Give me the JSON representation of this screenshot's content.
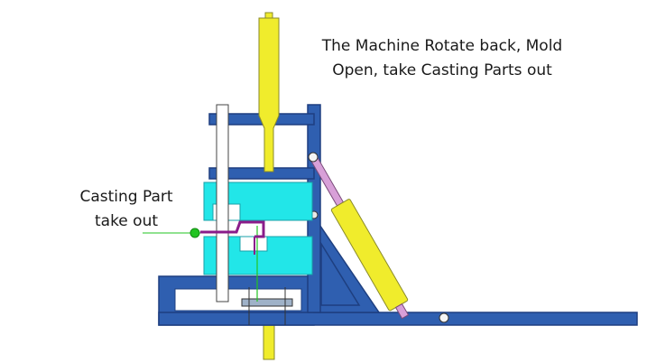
{
  "captions": {
    "step_line1": "The Machine Rotate back, Mold",
    "step_line2": "Open, take Casting Parts out",
    "part_line1": "Casting Part",
    "part_line2": "take out"
  },
  "colors": {
    "frame_blue": "#2f5fb0",
    "frame_outline": "#1e3f80",
    "mold_cyan": "#22e6e8",
    "ram_yellow": "#f0ec2c",
    "cylinder_pink": "#d8a0d8",
    "casting_purple": "#8a1c8a",
    "indicator_green": "#22c422"
  }
}
